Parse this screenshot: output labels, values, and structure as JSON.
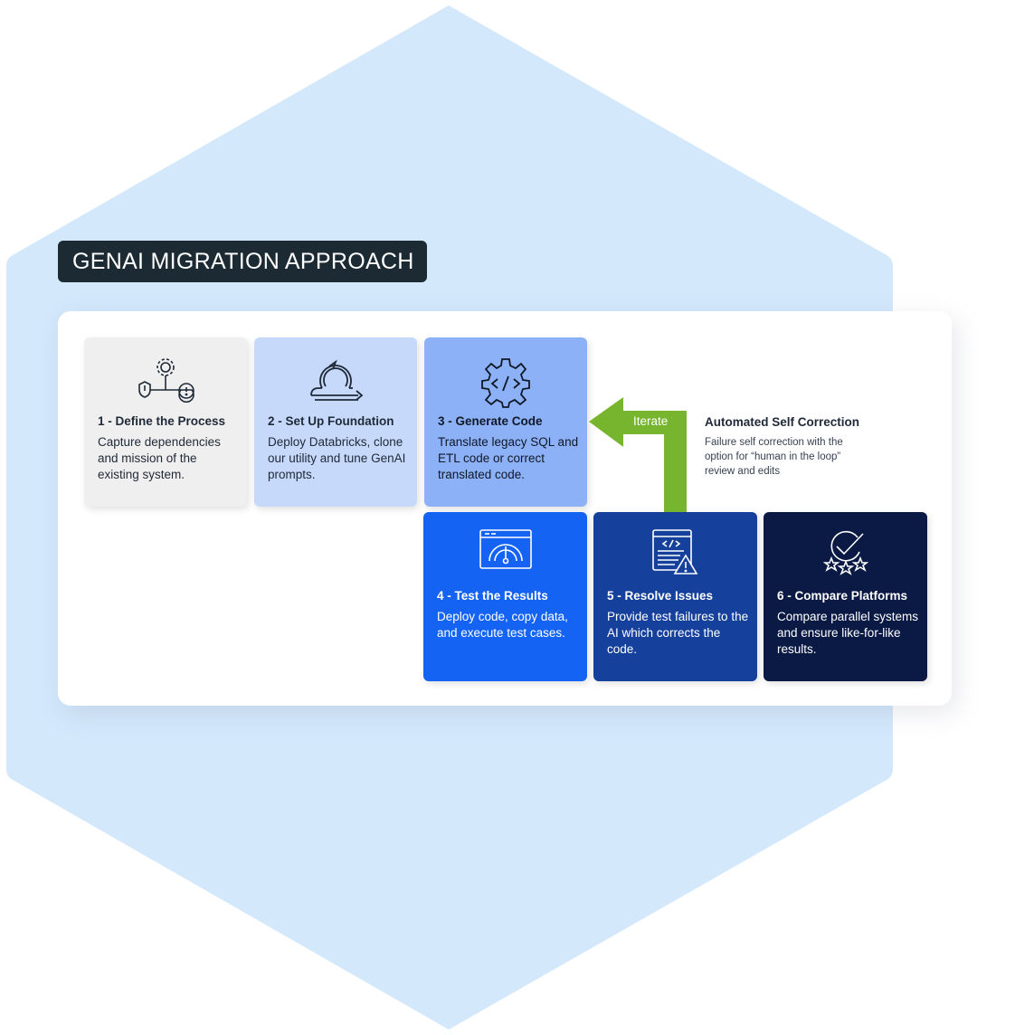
{
  "title": "GENAI MIGRATION APPROACH",
  "steps": [
    {
      "title": "1 - Define the Process",
      "desc": "Capture dependencies and mission of the existing system.",
      "icon": "process-flow-icon",
      "bg": "#efefef",
      "fg": "#1f2937"
    },
    {
      "title": "2 - Set Up Foundation",
      "desc": "Deploy Databricks, clone our utility and tune GenAI prompts.",
      "icon": "cycle-foundation-icon",
      "bg": "#c7d9fb",
      "fg": "#1f2937"
    },
    {
      "title": "3 - Generate Code",
      "desc": "Translate legacy SQL and ETL code or correct translated code.",
      "icon": "code-gear-icon",
      "bg": "#8cb1f7",
      "fg": "#111827"
    },
    {
      "title": "4 - Test the Results",
      "desc": "Deploy code, copy data, and execute test cases.",
      "icon": "dashboard-gauge-icon",
      "bg": "#1463f3",
      "fg": "#ffffff"
    },
    {
      "title": "5 - Resolve Issues",
      "desc": "Provide test failures to the AI which corrects the code.",
      "icon": "code-warning-icon",
      "bg": "#15409c",
      "fg": "#ffffff"
    },
    {
      "title": "6 - Compare Platforms",
      "desc": "Compare parallel systems and ensure like-for-like results.",
      "icon": "check-stars-icon",
      "bg": "#0b1a45",
      "fg": "#ffffff"
    }
  ],
  "iterate": {
    "label": "Iterate",
    "color": "#77b52e"
  },
  "self_correction": {
    "title": "Automated Self Correction",
    "desc": "Failure self correction with the option for “human in the loop” review and edits"
  },
  "colors": {
    "hex_background": "#d3e8fb",
    "title_pill": "#1c2b33"
  }
}
